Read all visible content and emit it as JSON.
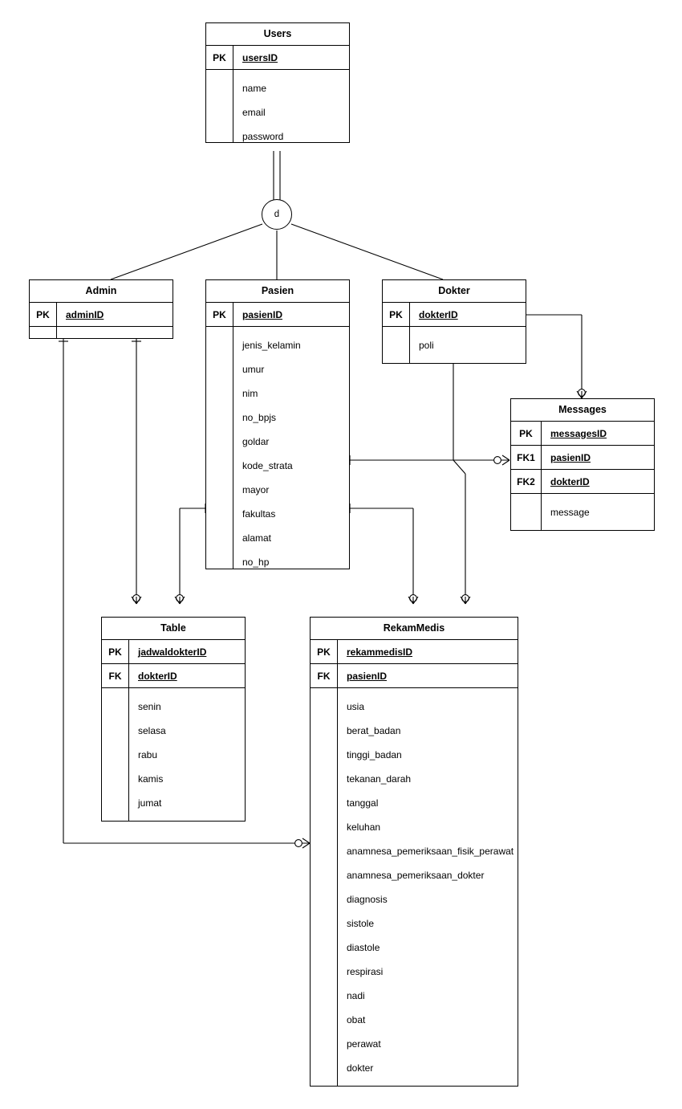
{
  "diagram": {
    "type": "entity-relationship-diagram",
    "notation": "crows-foot",
    "title": "",
    "background_color": "#ffffff",
    "line_color": "#000000",
    "text_color": "#000000"
  },
  "specialization": {
    "label": "d",
    "meaning": "disjoint",
    "parent": "Users",
    "children": [
      "Admin",
      "Pasien",
      "Dokter"
    ]
  },
  "entities": [
    {
      "id": "users",
      "name": "Users",
      "keys": [
        {
          "tag": "PK",
          "name": "usersID"
        }
      ],
      "attributes": [
        "name",
        "email",
        "password"
      ]
    },
    {
      "id": "admin",
      "name": "Admin",
      "keys": [
        {
          "tag": "PK",
          "name": "adminID"
        }
      ],
      "attributes": []
    },
    {
      "id": "pasien",
      "name": "Pasien",
      "keys": [
        {
          "tag": "PK",
          "name": "pasienID"
        }
      ],
      "attributes": [
        "jenis_kelamin",
        "umur",
        "nim",
        "no_bpjs",
        "goldar",
        "kode_strata",
        "mayor",
        "fakultas",
        "alamat",
        "no_hp"
      ]
    },
    {
      "id": "dokter",
      "name": "Dokter",
      "keys": [
        {
          "tag": "PK",
          "name": "dokterID"
        }
      ],
      "attributes": [
        "poli"
      ]
    },
    {
      "id": "messages",
      "name": "Messages",
      "keys": [
        {
          "tag": "PK",
          "name": "messagesID"
        },
        {
          "tag": "FK1",
          "name": "pasienID"
        },
        {
          "tag": "FK2",
          "name": "dokterID"
        }
      ],
      "attributes": [
        "message"
      ]
    },
    {
      "id": "table",
      "name": "Table",
      "keys": [
        {
          "tag": "PK",
          "name": "jadwaldokterID"
        },
        {
          "tag": "FK",
          "name": "dokterID"
        }
      ],
      "attributes": [
        "senin",
        "selasa",
        "rabu",
        "kamis",
        "jumat"
      ]
    },
    {
      "id": "rekammedis",
      "name": "RekamMedis",
      "keys": [
        {
          "tag": "PK",
          "name": "rekammedisID"
        },
        {
          "tag": "FK",
          "name": "pasienID"
        }
      ],
      "attributes": [
        "usia",
        "berat_badan",
        "tinggi_badan",
        "tekanan_darah",
        "tanggal",
        "keluhan",
        "anamnesa_pemeriksaan_fisik_perawat",
        "anamnesa_pemeriksaan_dokter",
        "diagnosis",
        "sistole",
        "diastole",
        "respirasi",
        "nadi",
        "obat",
        "perawat",
        "dokter"
      ]
    }
  ],
  "relationships": [
    {
      "from": "Users",
      "to": "Admin",
      "via": "d",
      "from_card": "one",
      "to_card": "one"
    },
    {
      "from": "Users",
      "to": "Pasien",
      "via": "d",
      "from_card": "one",
      "to_card": "one"
    },
    {
      "from": "Users",
      "to": "Dokter",
      "via": "d",
      "from_card": "one",
      "to_card": "one"
    },
    {
      "from": "Admin",
      "to": "Table",
      "from_card": "one",
      "to_card": "zero-or-many"
    },
    {
      "from": "Admin",
      "to": "RekamMedis",
      "from_card": "one",
      "to_card": "zero-or-many"
    },
    {
      "from": "Pasien",
      "to": "Table",
      "from_card": "one",
      "to_card": "zero-or-many"
    },
    {
      "from": "Pasien",
      "to": "Messages",
      "from_card": "one",
      "to_card": "zero-or-many"
    },
    {
      "from": "Pasien",
      "to": "RekamMedis",
      "from_card": "one",
      "to_card": "zero-or-many"
    },
    {
      "from": "Dokter",
      "to": "Messages",
      "from_card": "one",
      "to_card": "zero-or-many"
    },
    {
      "from": "Dokter",
      "to": "RekamMedis",
      "from_card": "one",
      "to_card": "zero-or-many"
    }
  ]
}
